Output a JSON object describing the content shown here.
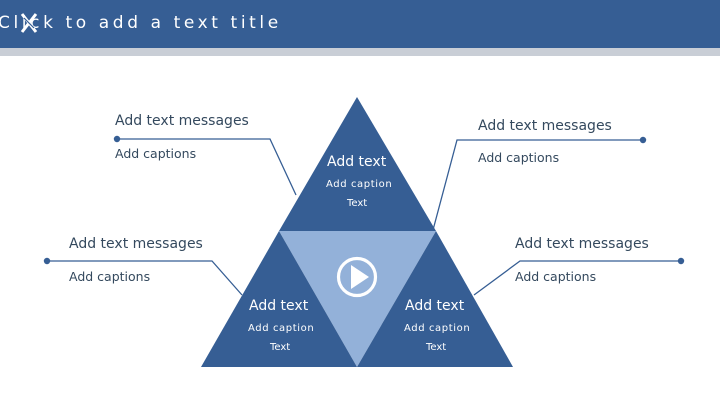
{
  "header": {
    "title": "Click to add a text title"
  },
  "colors": {
    "primary": "#365e94",
    "accent": "#93b1d9",
    "strip": "#c9ced6"
  },
  "callouts": [
    {
      "heading": "Add text messages",
      "caption": "Add captions"
    },
    {
      "heading": "Add text messages",
      "caption": "Add captions"
    },
    {
      "heading": "Add text messages",
      "caption": "Add captions"
    },
    {
      "heading": "Add text messages",
      "caption": "Add captions"
    }
  ],
  "triangles": {
    "top": {
      "title": "Add text",
      "caption": "Add caption",
      "sub": "Text"
    },
    "left": {
      "title": "Add text",
      "caption": "Add caption",
      "sub": "Text"
    },
    "right": {
      "title": "Add text",
      "caption": "Add caption",
      "sub": "Text"
    }
  },
  "center": {
    "icon": "play-icon"
  }
}
